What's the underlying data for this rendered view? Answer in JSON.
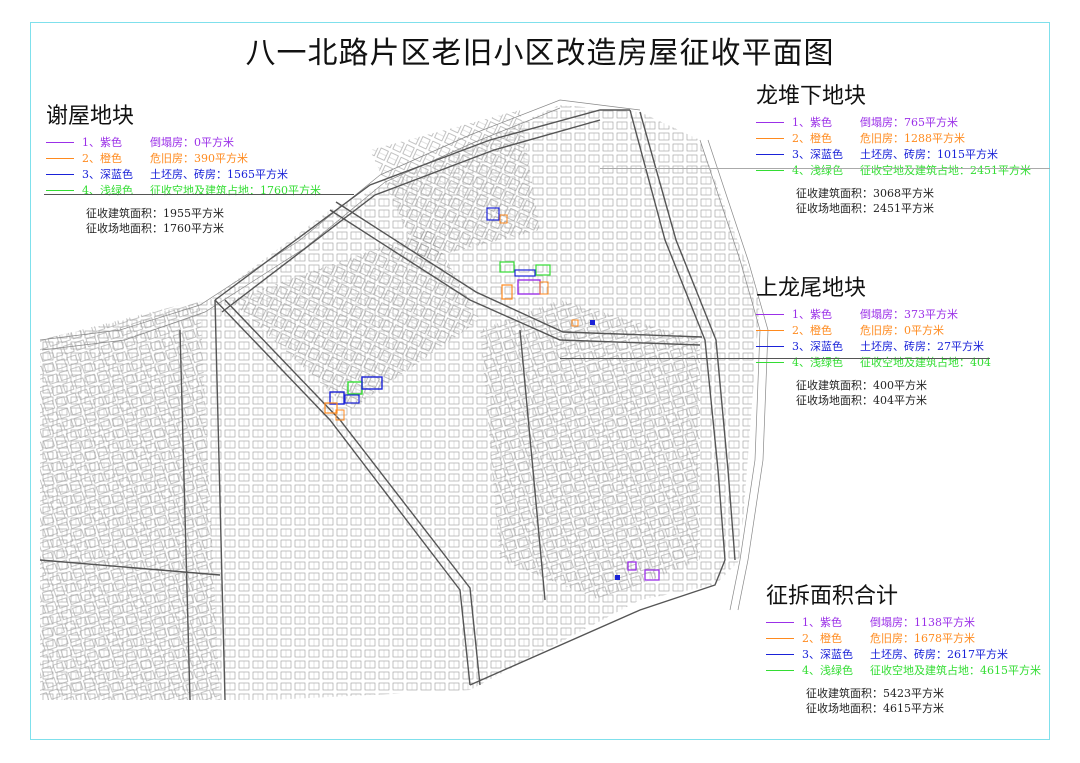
{
  "title": "八一北路片区老旧小区改造房屋征收平面图",
  "colors": {
    "purple": "#9b30e8",
    "orange": "#ff8a1e",
    "blue": "#1a22d8",
    "green": "#33dd33",
    "frame": "#7fe0ec"
  },
  "blocks": [
    {
      "name": "谢屋地块",
      "items": [
        {
          "num": "1、紫色",
          "label": "倒塌房：0平方米",
          "color": "#9b30e8"
        },
        {
          "num": "2、橙色",
          "label": "危旧房：390平方米",
          "color": "#ff8a1e"
        },
        {
          "num": "3、深蓝色",
          "label": "土坯房、砖房：1565平方米",
          "color": "#1a22d8"
        },
        {
          "num": "4、浅绿色",
          "label": "征收空地及建筑占地：1760平方米",
          "color": "#33dd33"
        }
      ],
      "total_building": "征收建筑面积：1955平方米",
      "total_land": "征收场地面积：1760平方米"
    },
    {
      "name": "龙堆下地块",
      "items": [
        {
          "num": "1、紫色",
          "label": "倒塌房：765平方米",
          "color": "#9b30e8"
        },
        {
          "num": "2、橙色",
          "label": "危旧房：1288平方米",
          "color": "#ff8a1e"
        },
        {
          "num": "3、深蓝色",
          "label": "土坯房、砖房：1015平方米",
          "color": "#1a22d8"
        },
        {
          "num": "4、浅绿色",
          "label": "征收空地及建筑占地：2451平方米",
          "color": "#33dd33"
        }
      ],
      "total_building": "征收建筑面积：3068平方米",
      "total_land": "征收场地面积：2451平方米"
    },
    {
      "name": "上龙尾地块",
      "items": [
        {
          "num": "1、紫色",
          "label": "倒塌房：373平方米",
          "color": "#9b30e8"
        },
        {
          "num": "2、橙色",
          "label": "危旧房：0平方米",
          "color": "#ff8a1e"
        },
        {
          "num": "3、深蓝色",
          "label": "土坯房、砖房：27平方米",
          "color": "#1a22d8"
        },
        {
          "num": "4、浅绿色",
          "label": "征收空地及建筑占地：404",
          "color": "#33dd33"
        }
      ],
      "total_building": "征收建筑面积：400平方米",
      "total_land": "征收场地面积：404平方米"
    },
    {
      "name": "征拆面积合计",
      "items": [
        {
          "num": "1、紫色",
          "label": "倒塌房：1138平方米",
          "color": "#9b30e8"
        },
        {
          "num": "2、橙色",
          "label": "危旧房：1678平方米",
          "color": "#ff8a1e"
        },
        {
          "num": "3、深蓝色",
          "label": "土坯房、砖房：2617平方米",
          "color": "#1a22d8"
        },
        {
          "num": "4、浅绿色",
          "label": "征收空地及建筑占地：4615平方米",
          "color": "#33dd33"
        }
      ],
      "total_building": "征收建筑面积：5423平方米",
      "total_land": "征收场地面积：4615平方米"
    }
  ]
}
